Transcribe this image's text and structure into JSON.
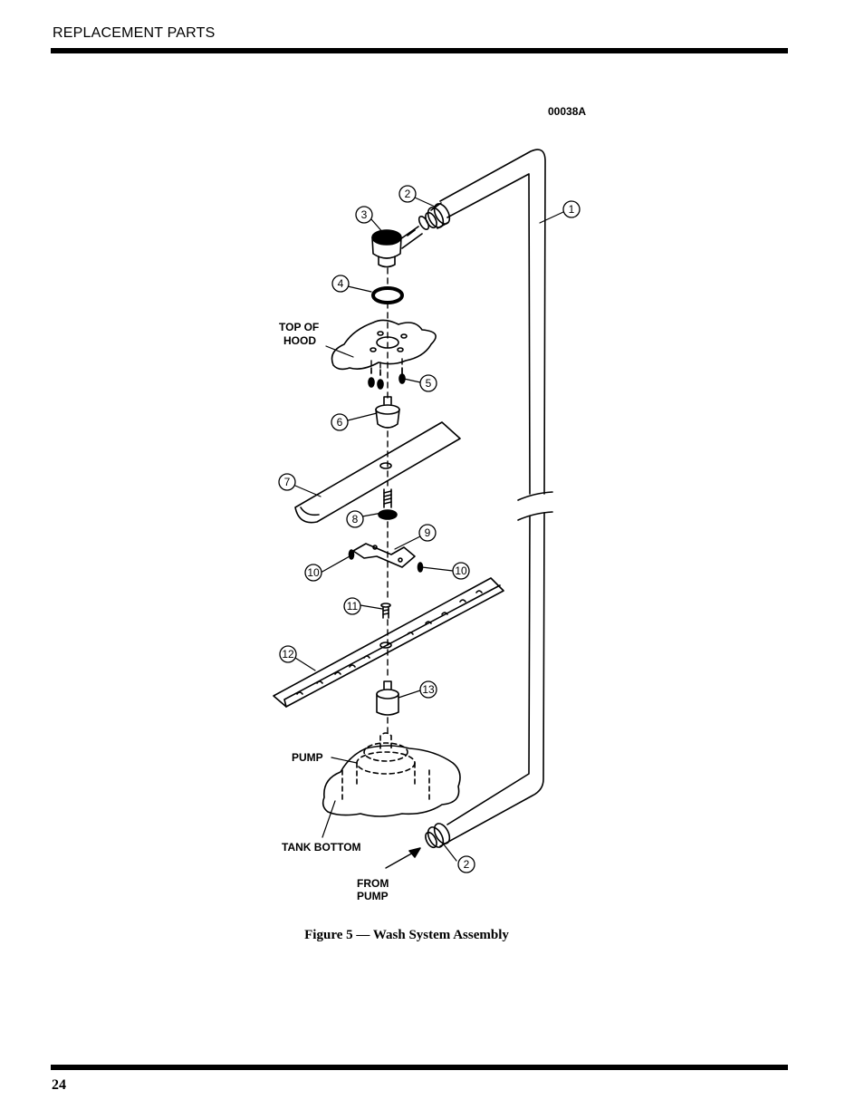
{
  "header": {
    "title": "REPLACEMENT PARTS"
  },
  "footer": {
    "page_number": "24"
  },
  "figure": {
    "code": "00038A",
    "caption": "Figure 5 — Wash System Assembly",
    "labels": {
      "top_of_hood_1": "TOP OF",
      "top_of_hood_2": "HOOD",
      "pump": "PUMP",
      "tank_bottom": "TANK BOTTOM",
      "from_pump_1": "FROM",
      "from_pump_2": "PUMP"
    },
    "callouts": [
      "1",
      "2",
      "3",
      "4",
      "5",
      "6",
      "7",
      "8",
      "9",
      "10",
      "10",
      "11",
      "12",
      "13",
      "2"
    ]
  }
}
